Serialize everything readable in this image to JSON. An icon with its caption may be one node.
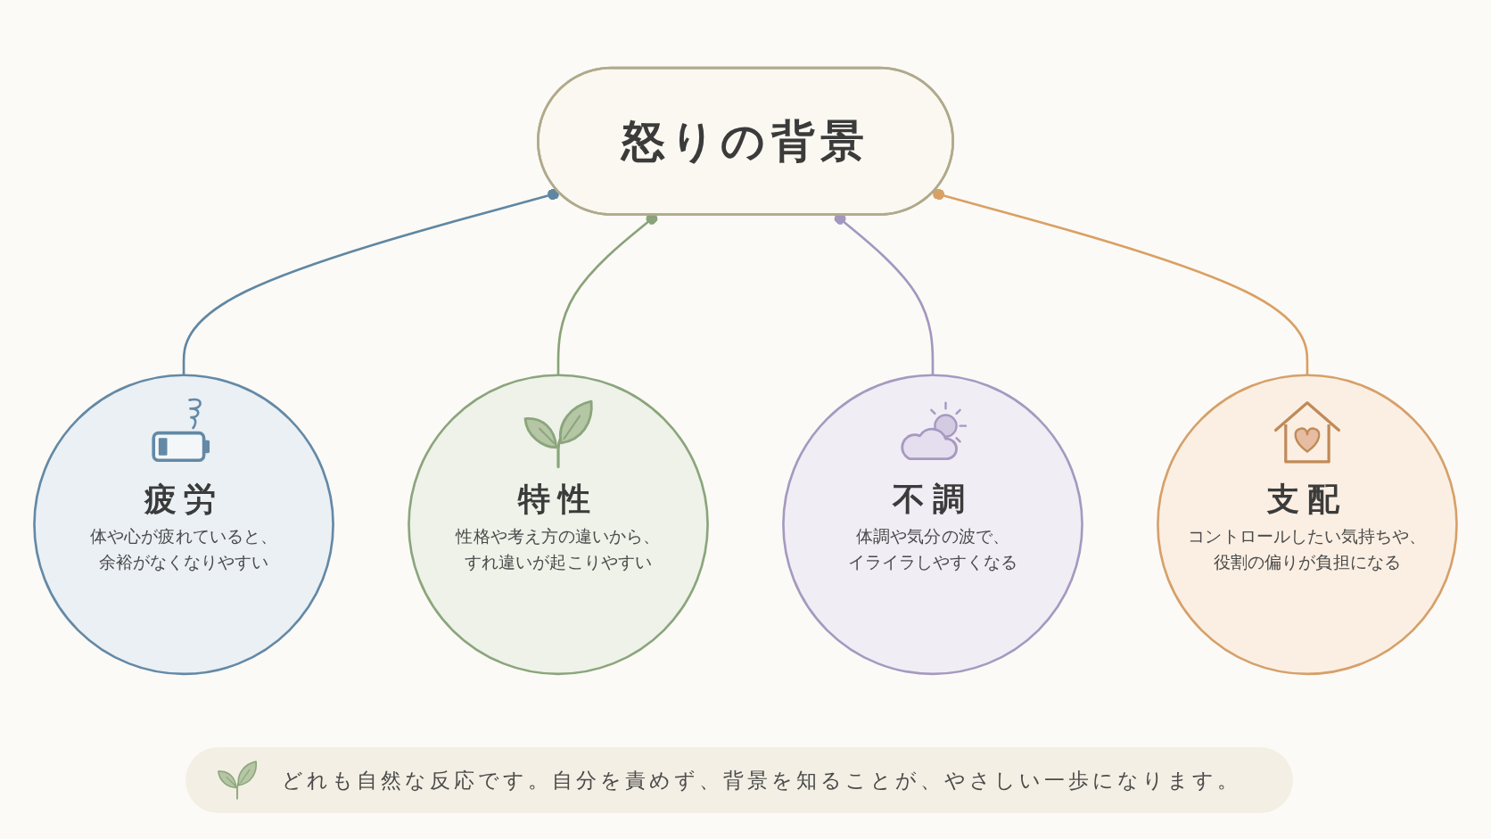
{
  "diagram": {
    "nodes": [
      {
        "text": [
          "疲労",
          "体や心が疲れていると、余裕がなくなりやすい"
        ]
      },
      {
        "text": [
          "特性",
          "性格や考え方の違いから、すれ違いが起こりやすい"
        ]
      },
      {
        "text": [
          "怒りの背景"
        ]
      },
      {
        "text": [
          "不調",
          "体調や気分の波で、イライラしやすくなる"
        ]
      },
      {
        "text": [
          "支配",
          "コントロールしたい気持ちや、役割の偏りが負担になる"
        ]
      }
    ],
    "edges": [
      {
        "from": 0,
        "to": 2,
        "arrow": "other",
        "color": "#5f87a3"
      },
      {
        "from": 1,
        "to": 2,
        "arrow": "other",
        "color": "#8aa37a"
      },
      {
        "from": 3,
        "to": 2,
        "arrow": "other",
        "color": "#a497bf"
      },
      {
        "from": 4,
        "to": 2,
        "arrow": "other",
        "color": "#d9a064"
      }
    ],
    "caption": "どれも自然な反応です。自分を責めず、背景を知ることが、やさしい一歩になります。"
  }
}
